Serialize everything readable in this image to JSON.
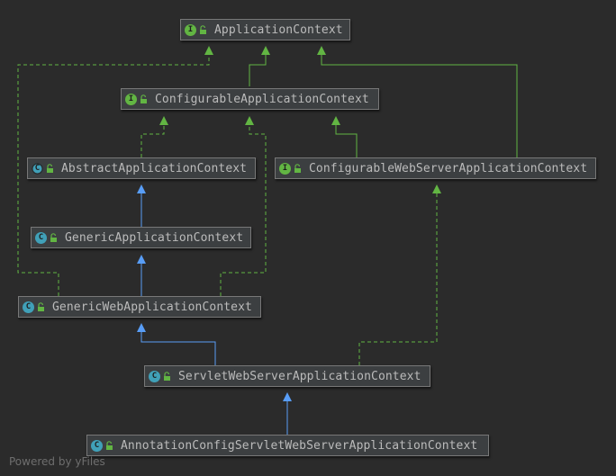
{
  "nodes": [
    {
      "id": "applicationcontext",
      "label": "ApplicationContext",
      "kind": "interface",
      "badge": "I",
      "badge_color": "#62b543"
    },
    {
      "id": "configurableapplicationcontext",
      "label": "ConfigurableApplicationContext",
      "kind": "interface",
      "badge": "I",
      "badge_color": "#62b543"
    },
    {
      "id": "abstractapplicationcontext",
      "label": "AbstractApplicationContext",
      "kind": "abstract-class",
      "badge": "C",
      "badge_color": "#40a0b8"
    },
    {
      "id": "configurablewebserverapplicationcontext",
      "label": "ConfigurableWebServerApplicationContext",
      "kind": "interface",
      "badge": "I",
      "badge_color": "#62b543"
    },
    {
      "id": "genericapplicationcontext",
      "label": "GenericApplicationContext",
      "kind": "class",
      "badge": "C",
      "badge_color": "#40a0b8"
    },
    {
      "id": "genericwebapplicationcontext",
      "label": "GenericWebApplicationContext",
      "kind": "class",
      "badge": "C",
      "badge_color": "#40a0b8"
    },
    {
      "id": "servletwebserverapplicationcontext",
      "label": "ServletWebServerApplicationContext",
      "kind": "class",
      "badge": "C",
      "badge_color": "#40a0b8"
    },
    {
      "id": "annotationconfigservletwebserverapplicationcontext",
      "label": "AnnotationConfigServletWebServerApplicationContext",
      "kind": "class",
      "badge": "C",
      "badge_color": "#40a0b8"
    }
  ],
  "edges": [
    {
      "from": "ConfigurableApplicationContext",
      "to": "ApplicationContext",
      "relation": "extends",
      "color": "#62b543"
    },
    {
      "from": "ConfigurableWebServerApplicationContext",
      "to": "ApplicationContext",
      "relation": "extends",
      "color": "#62b543"
    },
    {
      "from": "GenericWebApplicationContext",
      "to": "ApplicationContext",
      "relation": "implements",
      "color": "#62b543"
    },
    {
      "from": "AbstractApplicationContext",
      "to": "ConfigurableApplicationContext",
      "relation": "implements",
      "color": "#62b543"
    },
    {
      "from": "GenericWebApplicationContext",
      "to": "ConfigurableApplicationContext",
      "relation": "implements",
      "color": "#62b543"
    },
    {
      "from": "ConfigurableWebServerApplicationContext",
      "to": "ConfigurableApplicationContext",
      "relation": "extends",
      "color": "#62b543"
    },
    {
      "from": "GenericApplicationContext",
      "to": "AbstractApplicationContext",
      "relation": "extends",
      "color": "#589df6"
    },
    {
      "from": "GenericWebApplicationContext",
      "to": "GenericApplicationContext",
      "relation": "extends",
      "color": "#589df6"
    },
    {
      "from": "ServletWebServerApplicationContext",
      "to": "GenericWebApplicationContext",
      "relation": "extends",
      "color": "#589df6"
    },
    {
      "from": "ServletWebServerApplicationContext",
      "to": "ConfigurableWebServerApplicationContext",
      "relation": "implements",
      "color": "#62b543"
    },
    {
      "from": "AnnotationConfigServletWebServerApplicationContext",
      "to": "ServletWebServerApplicationContext",
      "relation": "extends",
      "color": "#589df6"
    }
  ],
  "footer": "Powered by yFiles"
}
